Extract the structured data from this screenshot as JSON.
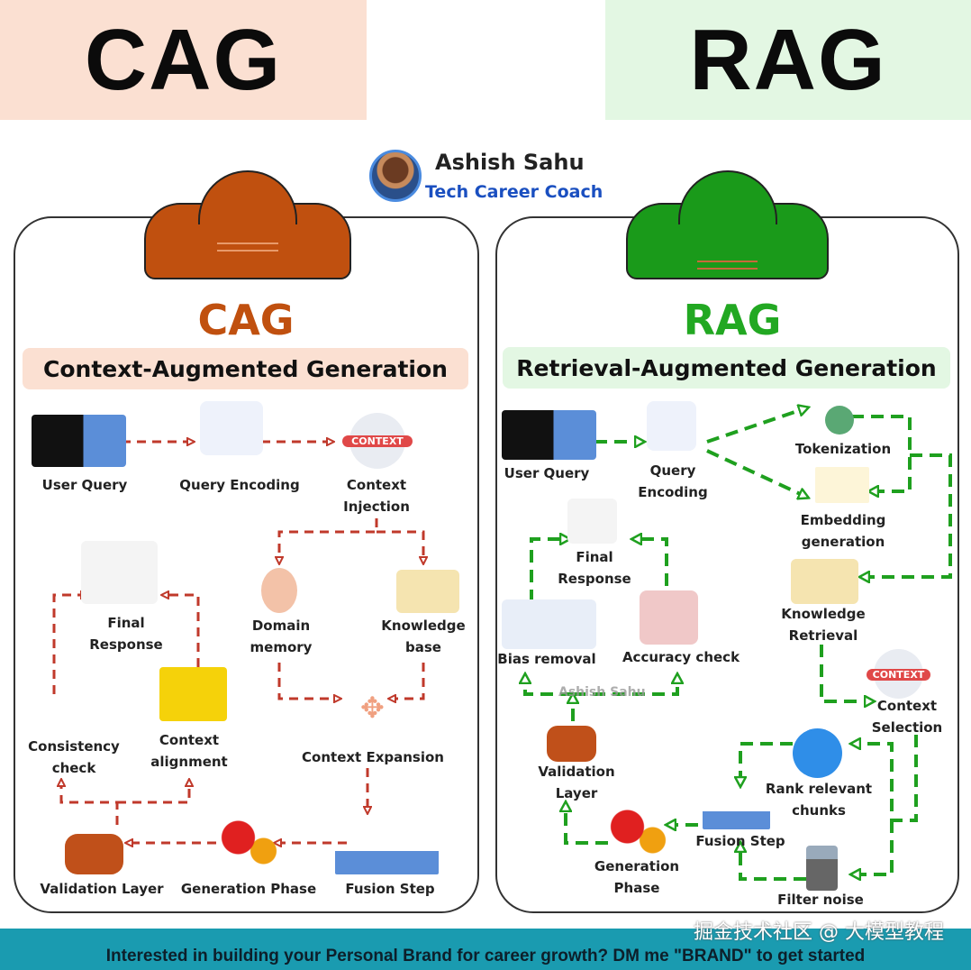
{
  "header": {
    "left": "CAG",
    "right": "RAG",
    "left_bg": "#fbe0d2",
    "right_bg": "#e3f7e3"
  },
  "author": {
    "name": "Ashish Sahu",
    "role": "Tech Career Coach"
  },
  "cag": {
    "title": "CAG",
    "subtitle": "Context-Augmented Generation",
    "color": "#c0500f",
    "arrow_color": "#c0392b",
    "nodes": {
      "user_query": "User Query",
      "query_encoding": "Query Encoding",
      "context_injection": "Context\nInjection",
      "final_response": "Final\nResponse",
      "domain_memory": "Domain\nmemory",
      "knowledge_base": "Knowledge\nbase",
      "consistency_check": "Consistency\ncheck",
      "context_alignment": "Context\nalignment",
      "context_expansion": "Context Expansion",
      "validation_layer": "Validation Layer",
      "generation_phase": "Generation Phase",
      "fusion_step": "Fusion Step"
    },
    "context_badge": "CONTEXT"
  },
  "rag": {
    "title": "RAG",
    "subtitle": "Retrieval-Augmented Generation",
    "color": "#22a822",
    "arrow_color": "#1fa01f",
    "nodes": {
      "user_query": "User Query",
      "query_encoding": "Query\nEncoding",
      "tokenization": "Tokenization",
      "embedding_generation": "Embedding\ngeneration",
      "knowledge_retrieval": "Knowledge\nRetrieval",
      "context_selection": "Context\nSelection",
      "final_response": "Final\nResponse",
      "bias_removal": "Bias removal",
      "accuracy_check": "Accuracy check",
      "validation_layer": "Validation\nLayer",
      "rank_chunks": "Rank relevant\nchunks",
      "fusion_step": "Fusion Step",
      "generation_phase": "Generation\nPhase",
      "filter_noise": "Filter noise"
    },
    "watermark": "Ashish Sahu",
    "context_badge": "CONTEXT"
  },
  "banner": {
    "text": "Interested in building your Personal Brand for career growth? DM me \"BRAND\" to get started",
    "color": "#1a9bb0"
  },
  "watermark": "掘金技术社区 @ 大模型教程"
}
